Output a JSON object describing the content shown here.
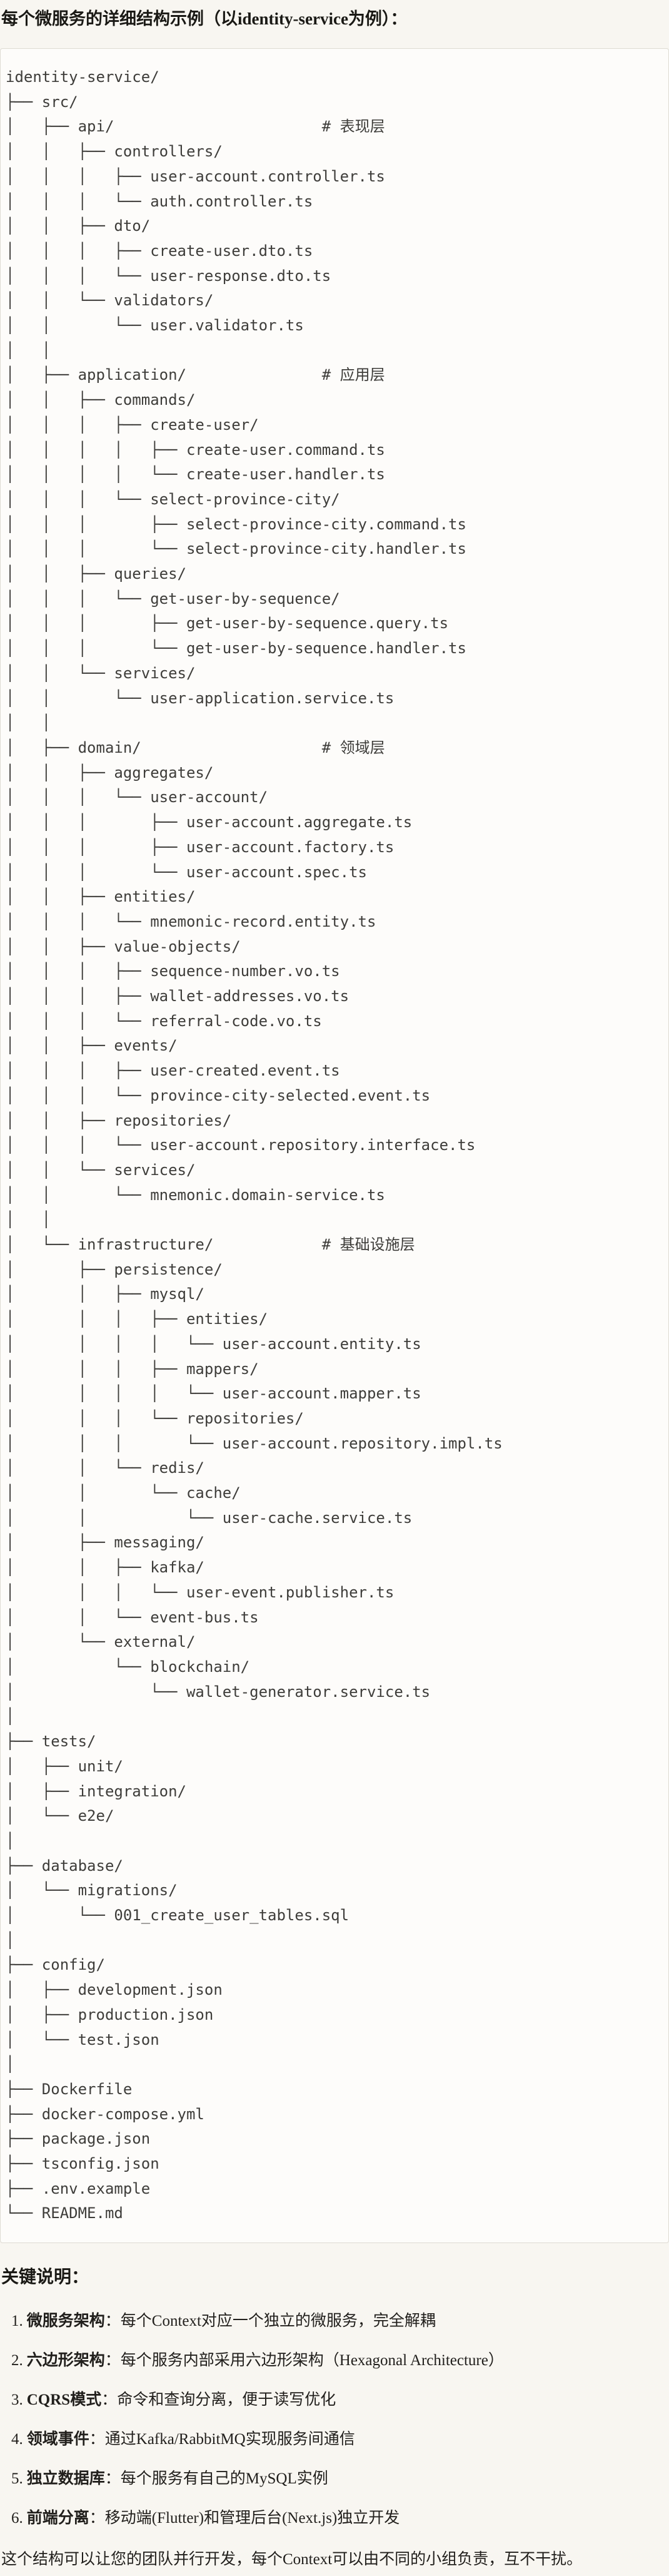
{
  "page": {
    "title": "每个微服务的详细结构示例（以identity-service为例）：",
    "colors": {
      "page_bg": "#f8f6f1",
      "code_bg": "#fdfcfa",
      "code_border": "#dedbd3",
      "heading_text": "#1a1915",
      "code_text": "#3e3d3a"
    }
  },
  "code": {
    "lines": [
      "identity-service/",
      "├── src/",
      "│   ├── api/                       # 表现层",
      "│   │   ├── controllers/",
      "│   │   │   ├── user-account.controller.ts",
      "│   │   │   └── auth.controller.ts",
      "│   │   ├── dto/",
      "│   │   │   ├── create-user.dto.ts",
      "│   │   │   └── user-response.dto.ts",
      "│   │   └── validators/",
      "│   │       └── user.validator.ts",
      "│   │",
      "│   ├── application/               # 应用层",
      "│   │   ├── commands/",
      "│   │   │   ├── create-user/",
      "│   │   │   │   ├── create-user.command.ts",
      "│   │   │   │   └── create-user.handler.ts",
      "│   │   │   └── select-province-city/",
      "│   │   │       ├── select-province-city.command.ts",
      "│   │   │       └── select-province-city.handler.ts",
      "│   │   ├── queries/",
      "│   │   │   └── get-user-by-sequence/",
      "│   │   │       ├── get-user-by-sequence.query.ts",
      "│   │   │       └── get-user-by-sequence.handler.ts",
      "│   │   └── services/",
      "│   │       └── user-application.service.ts",
      "│   │",
      "│   ├── domain/                    # 领域层",
      "│   │   ├── aggregates/",
      "│   │   │   └── user-account/",
      "│   │   │       ├── user-account.aggregate.ts",
      "│   │   │       ├── user-account.factory.ts",
      "│   │   │       └── user-account.spec.ts",
      "│   │   ├── entities/",
      "│   │   │   └── mnemonic-record.entity.ts",
      "│   │   ├── value-objects/",
      "│   │   │   ├── sequence-number.vo.ts",
      "│   │   │   ├── wallet-addresses.vo.ts",
      "│   │   │   └── referral-code.vo.ts",
      "│   │   ├── events/",
      "│   │   │   ├── user-created.event.ts",
      "│   │   │   └── province-city-selected.event.ts",
      "│   │   ├── repositories/",
      "│   │   │   └── user-account.repository.interface.ts",
      "│   │   └── services/",
      "│   │       └── mnemonic.domain-service.ts",
      "│   │",
      "│   └── infrastructure/            # 基础设施层",
      "│       ├── persistence/",
      "│       │   ├── mysql/",
      "│       │   │   ├── entities/",
      "│       │   │   │   └── user-account.entity.ts",
      "│       │   │   ├── mappers/",
      "│       │   │   │   └── user-account.mapper.ts",
      "│       │   │   └── repositories/",
      "│       │   │       └── user-account.repository.impl.ts",
      "│       │   └── redis/",
      "│       │       └── cache/",
      "│       │           └── user-cache.service.ts",
      "│       ├── messaging/",
      "│       │   ├── kafka/",
      "│       │   │   └── user-event.publisher.ts",
      "│       │   └── event-bus.ts",
      "│       └── external/",
      "│           └── blockchain/",
      "│               └── wallet-generator.service.ts",
      "│",
      "├── tests/",
      "│   ├── unit/",
      "│   ├── integration/",
      "│   └── e2e/",
      "│",
      "├── database/",
      "│   └── migrations/",
      "│       └── 001_create_user_tables.sql",
      "│",
      "├── config/",
      "│   ├── development.json",
      "│   ├── production.json",
      "│   └── test.json",
      "│",
      "├── Dockerfile",
      "├── docker-compose.yml",
      "├── package.json",
      "├── tsconfig.json",
      "├── .env.example",
      "└── README.md"
    ]
  },
  "notes": {
    "heading": "关键说明：",
    "items": [
      {
        "num": "1.",
        "term": "微服务架构",
        "desc": "：每个Context对应一个独立的微服务，完全解耦"
      },
      {
        "num": "2.",
        "term": "六边形架构",
        "desc": "：每个服务内部采用六边形架构（Hexagonal Architecture）"
      },
      {
        "num": "3.",
        "term": "CQRS模式",
        "desc": "：命令和查询分离，便于读写优化"
      },
      {
        "num": "4.",
        "term": "领域事件",
        "desc": "：通过Kafka/RabbitMQ实现服务间通信"
      },
      {
        "num": "5.",
        "term": "独立数据库",
        "desc": "：每个服务有自己的MySQL实例"
      },
      {
        "num": "6.",
        "term": "前端分离",
        "desc": "：移动端(Flutter)和管理后台(Next.js)独立开发"
      }
    ],
    "closing": "这个结构可以让您的团队并行开发，每个Context可以由不同的小组负责，互不干扰。"
  }
}
